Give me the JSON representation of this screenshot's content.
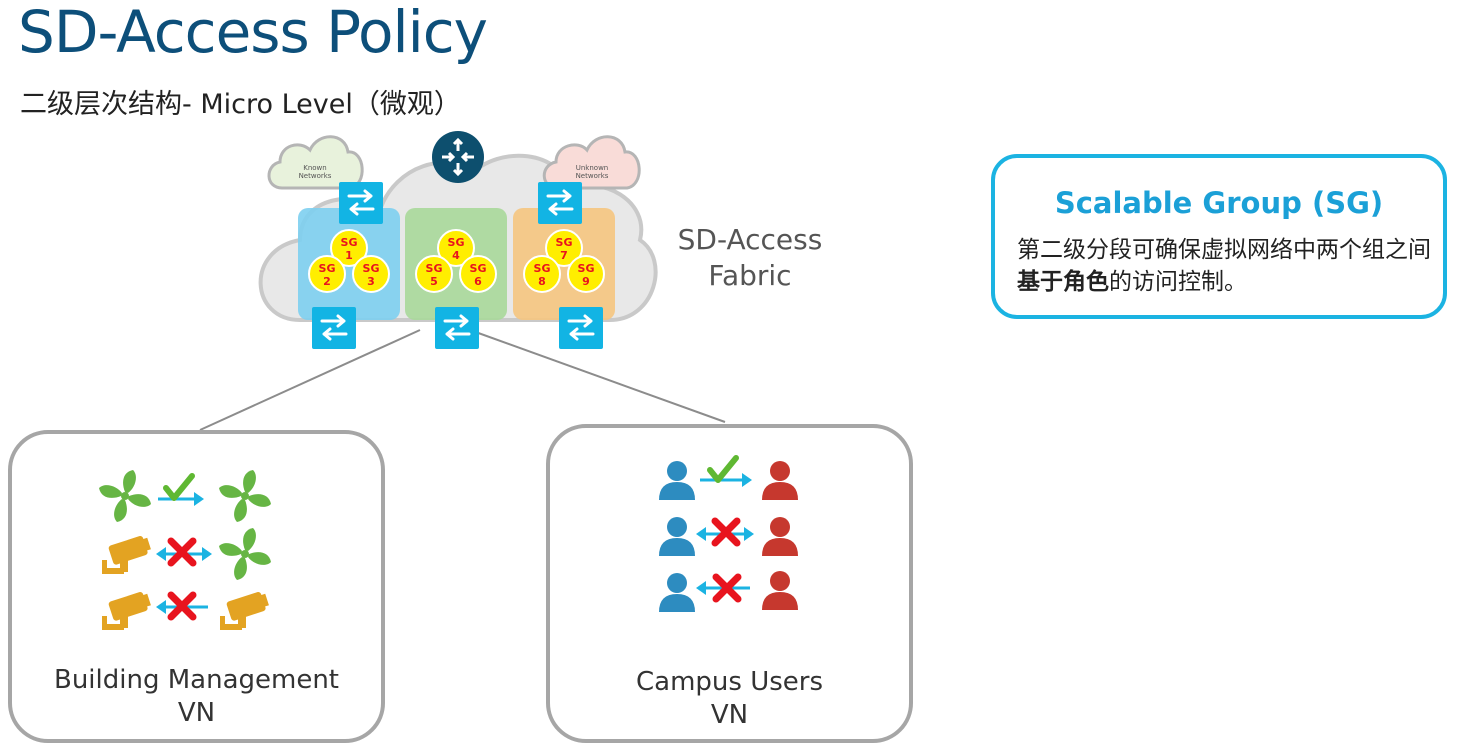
{
  "header": {
    "title": "SD-Access Policy",
    "subtitle": "二级层次结构- Micro Level（微观）"
  },
  "fabric": {
    "label_line1": "SD-Access",
    "label_line2": "Fabric",
    "known_cloud_line1": "Known",
    "known_cloud_line2": "Networks",
    "unknown_cloud_line1": "Unknown",
    "unknown_cloud_line2": "Networks",
    "sg_prefix": "SG",
    "groups": [
      {
        "color": "#7dcff0",
        "sgs": [
          "1",
          "2",
          "3"
        ]
      },
      {
        "color": "#a8d89a",
        "sgs": [
          "4",
          "5",
          "6"
        ]
      },
      {
        "color": "#f5c57f",
        "sgs": [
          "7",
          "8",
          "9"
        ]
      }
    ]
  },
  "info_box": {
    "title": "Scalable Group (SG)",
    "desc_part1": "第二级分段可确保虚拟网络中两个组之间",
    "desc_bold": "基于角色",
    "desc_part2": "的访问控制。"
  },
  "vns": {
    "building": {
      "line1": "Building Management",
      "line2": "VN"
    },
    "campus": {
      "line1": "Campus Users",
      "line2": "VN"
    }
  },
  "colors": {
    "title": "#0d4f7a",
    "accent": "#1bb3e2",
    "switch": "#12b4e4",
    "sg_circle": "#ffee00",
    "sg_text": "#e8141e",
    "allow": "#5fb832",
    "deny": "#e8141e",
    "fan": "#66b544",
    "camera": "#e3a322",
    "user_blue": "#2d8cc0",
    "user_red": "#c6382e"
  }
}
